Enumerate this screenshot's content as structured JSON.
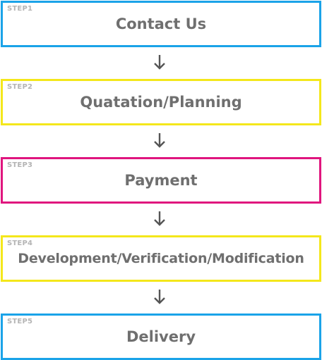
{
  "steps": [
    {
      "tag": "STEP1",
      "title": "Contact Us",
      "border_color": "#1aa3e8"
    },
    {
      "tag": "STEP2",
      "title": "Quatation/Planning",
      "border_color": "#f4e71b"
    },
    {
      "tag": "STEP3",
      "title": "Payment",
      "border_color": "#e0157e"
    },
    {
      "tag": "STEP4",
      "title": "Development/Verification/Modification",
      "border_color": "#f4e71b"
    },
    {
      "tag": "STEP5",
      "title": "Delivery",
      "border_color": "#1aa3e8"
    }
  ],
  "arrow_icon": "down-arrow-icon"
}
